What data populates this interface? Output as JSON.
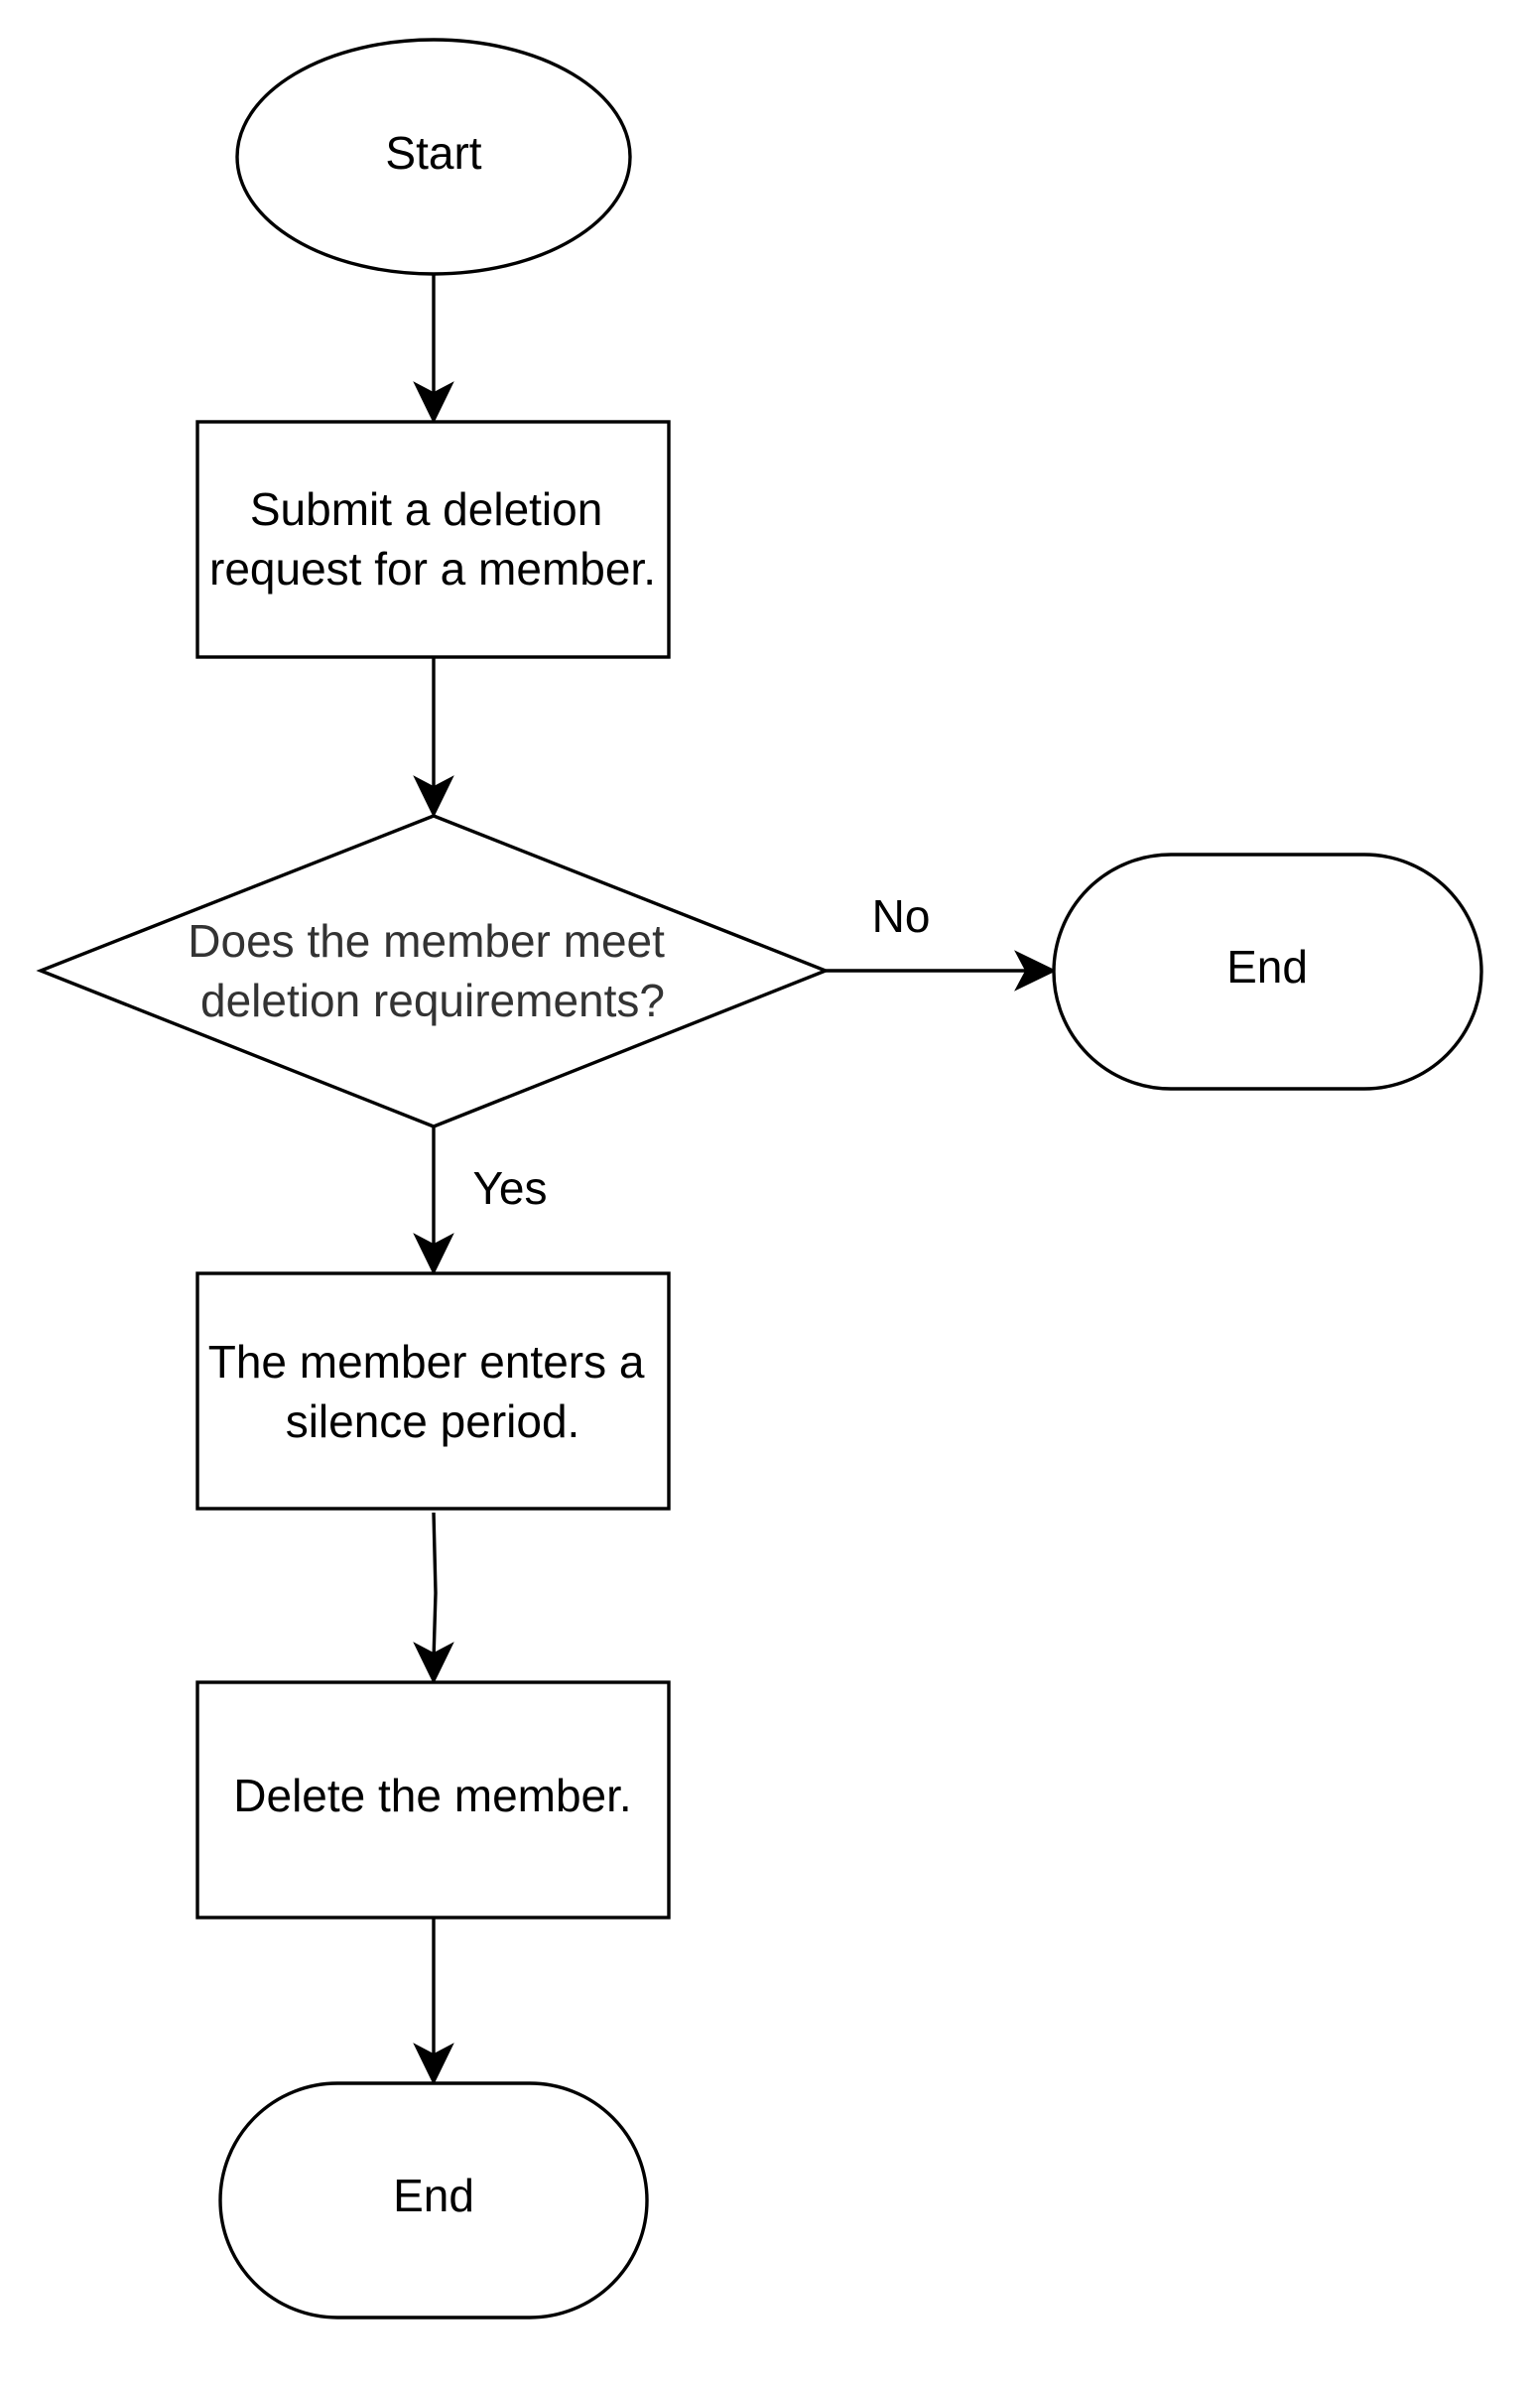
{
  "nodes": {
    "start": {
      "text": "Start"
    },
    "submit": {
      "lines": [
        "Submit a deletion",
        "request for a member."
      ]
    },
    "decision": {
      "lines": [
        "Does the member meet",
        "deletion requirements?"
      ]
    },
    "end_no": {
      "text": "End"
    },
    "silence": {
      "lines": [
        "The member enters a",
        "silence period."
      ]
    },
    "delete": {
      "text": "Delete the member."
    },
    "end_final": {
      "text": "End"
    }
  },
  "edges": {
    "no_label": "No",
    "yes_label": "Yes"
  },
  "colors": {
    "stroke": "#000000",
    "fill": "#ffffff",
    "decision_text": "#333333"
  }
}
